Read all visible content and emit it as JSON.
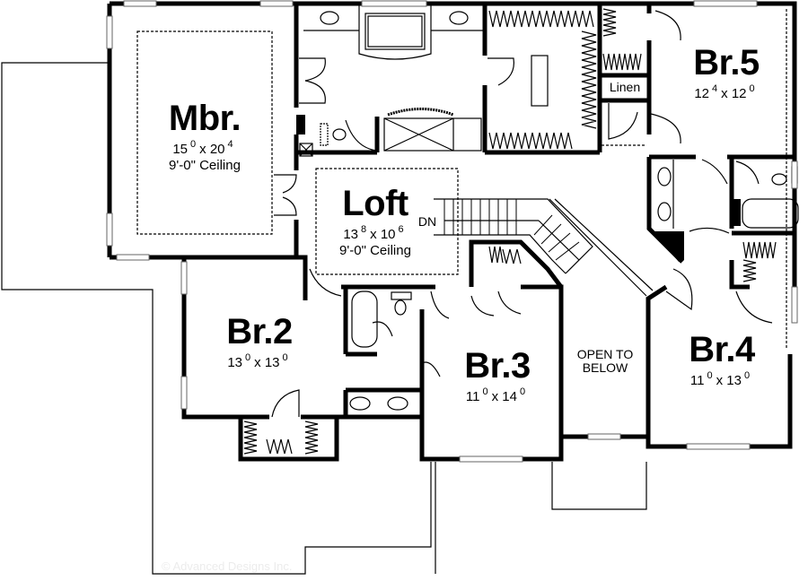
{
  "floor_plan": {
    "rooms": [
      {
        "id": "mbr",
        "name": "Mbr.",
        "width_ft": "15",
        "width_in": "0",
        "depth_ft": "20",
        "depth_in": "4",
        "ceiling": "9'-0\" Ceiling"
      },
      {
        "id": "loft",
        "name": "Loft",
        "width_ft": "13",
        "width_in": "8",
        "depth_ft": "10",
        "depth_in": "6",
        "ceiling": "9'-0\" Ceiling"
      },
      {
        "id": "br5",
        "name": "Br.5",
        "width_ft": "12",
        "width_in": "4",
        "depth_ft": "12",
        "depth_in": "0"
      },
      {
        "id": "br2",
        "name": "Br.2",
        "width_ft": "13",
        "width_in": "0",
        "depth_ft": "13",
        "depth_in": "0"
      },
      {
        "id": "br3",
        "name": "Br.3",
        "width_ft": "11",
        "width_in": "0",
        "depth_ft": "14",
        "depth_in": "0"
      },
      {
        "id": "br4",
        "name": "Br.4",
        "width_ft": "11",
        "width_in": "0",
        "depth_ft": "13",
        "depth_in": "0"
      }
    ],
    "labels": {
      "linen": "Linen",
      "stair_dn": "DN",
      "open_to_below_1": "OPEN TO",
      "open_to_below_2": "BELOW",
      "dim_separator": "x"
    },
    "watermark": "© Advanced Designs Inc."
  }
}
